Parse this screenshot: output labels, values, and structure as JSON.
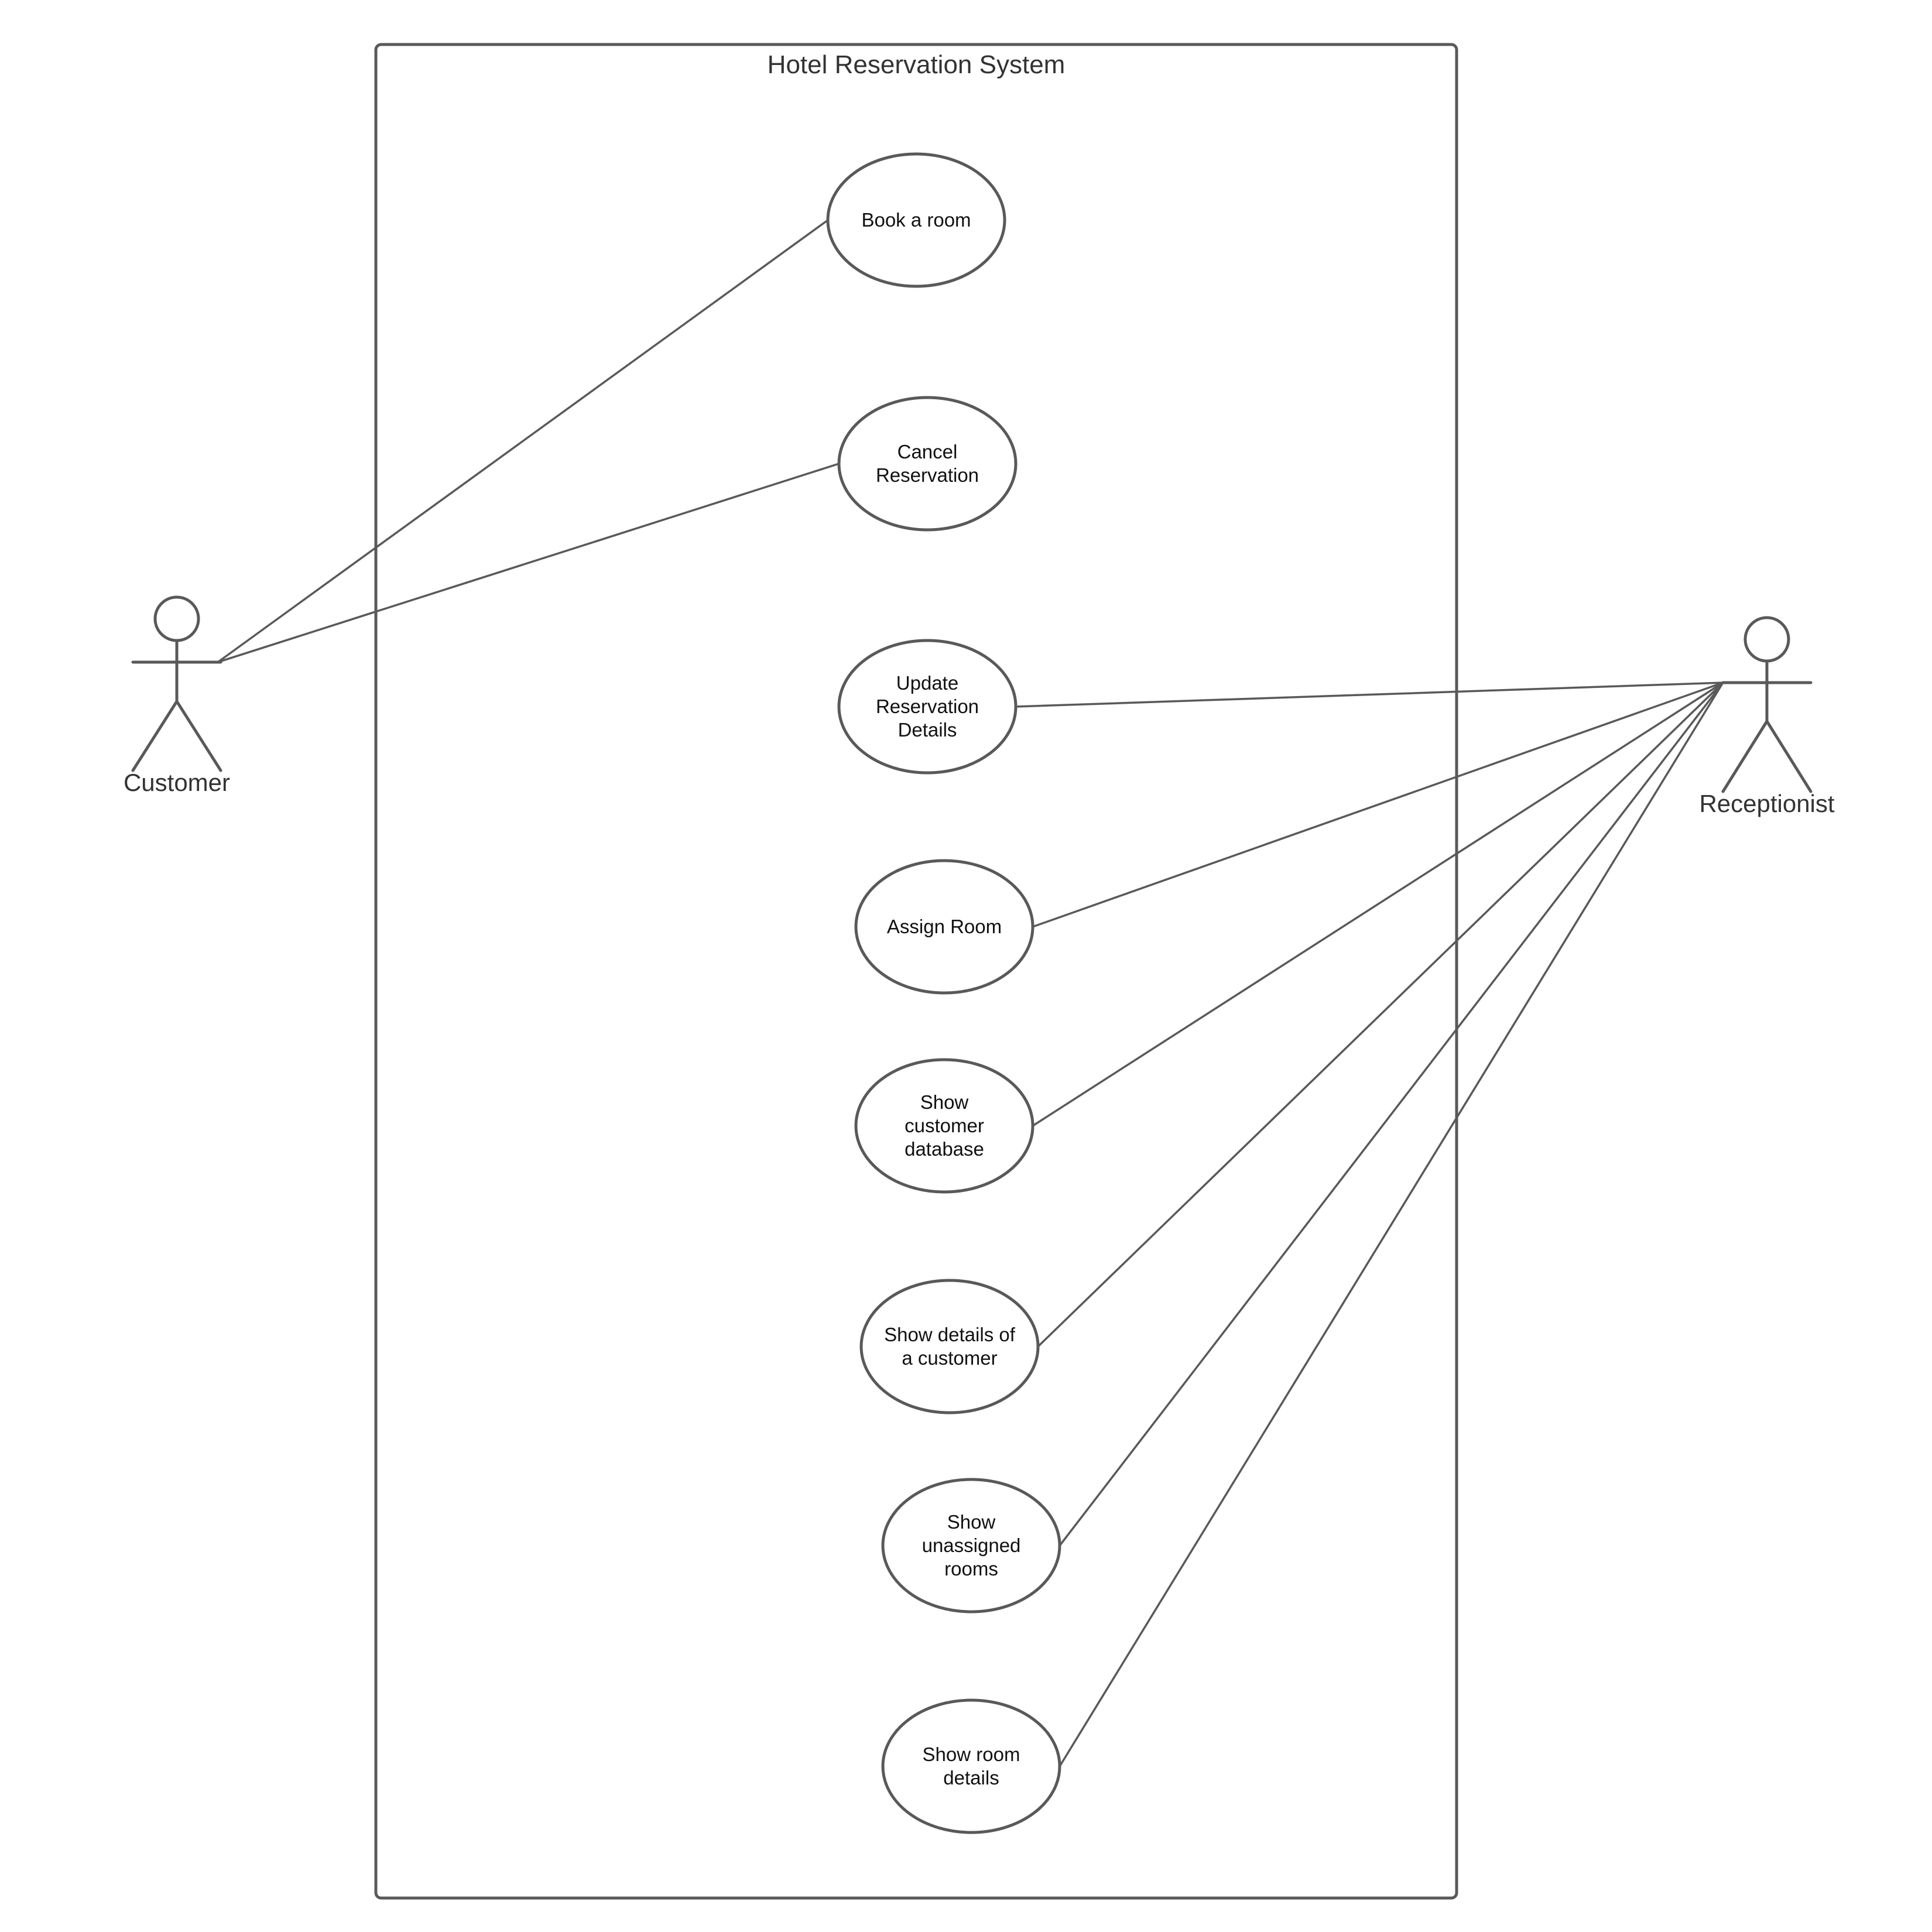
{
  "diagram": {
    "type": "uml-use-case",
    "system": {
      "title": "Hotel Reservation System"
    },
    "actors": [
      {
        "id": "customer",
        "label": "Customer",
        "icon": "stick-figure-icon"
      },
      {
        "id": "receptionist",
        "label": "Receptionist",
        "icon": "stick-figure-icon"
      }
    ],
    "use_cases": [
      {
        "id": "book-a-room",
        "lines": [
          "Book a room"
        ]
      },
      {
        "id": "cancel-reservation",
        "lines": [
          "Cancel",
          "Reservation"
        ]
      },
      {
        "id": "update-reservation-details",
        "lines": [
          "Update",
          "Reservation",
          "Details"
        ]
      },
      {
        "id": "assign-room",
        "lines": [
          "Assign Room"
        ]
      },
      {
        "id": "show-customer-database",
        "lines": [
          "Show",
          "customer",
          "database"
        ]
      },
      {
        "id": "show-details-of-a-customer",
        "lines": [
          "Show details of",
          "a customer"
        ]
      },
      {
        "id": "show-unassigned-rooms",
        "lines": [
          "Show",
          "unassigned",
          "rooms"
        ]
      },
      {
        "id": "show-room-details",
        "lines": [
          "Show room",
          "details"
        ]
      }
    ],
    "associations": [
      {
        "actor": "customer",
        "use_case": "book-a-room"
      },
      {
        "actor": "customer",
        "use_case": "cancel-reservation"
      },
      {
        "actor": "receptionist",
        "use_case": "update-reservation-details"
      },
      {
        "actor": "receptionist",
        "use_case": "assign-room"
      },
      {
        "actor": "receptionist",
        "use_case": "show-customer-database"
      },
      {
        "actor": "receptionist",
        "use_case": "show-details-of-a-customer"
      },
      {
        "actor": "receptionist",
        "use_case": "show-unassigned-rooms"
      },
      {
        "actor": "receptionist",
        "use_case": "show-room-details"
      }
    ],
    "colors": {
      "stroke": "#595959",
      "background": "#ffffff",
      "text": "#333333"
    }
  }
}
